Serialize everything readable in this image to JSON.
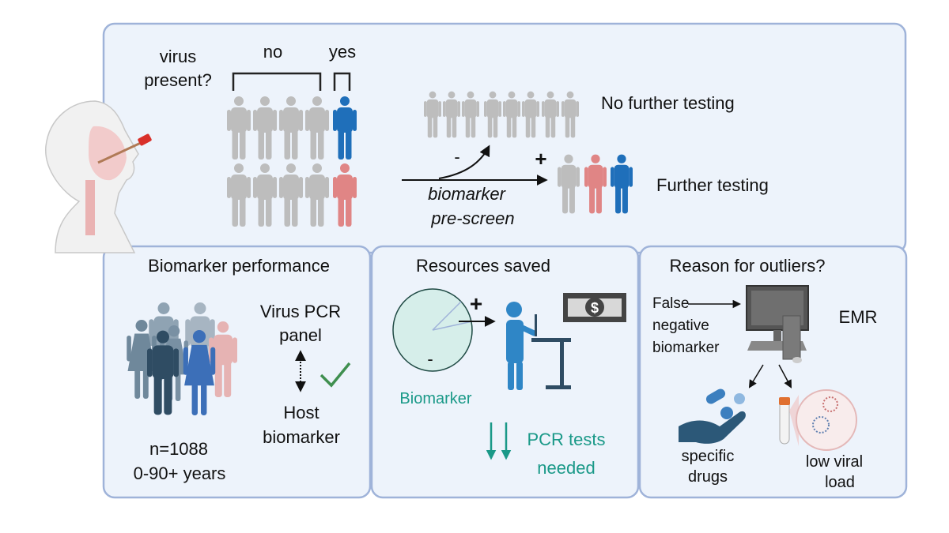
{
  "top_panel": {
    "question_line1": "virus",
    "question_line2": "present?",
    "label_no": "no",
    "label_yes": "yes",
    "minus": "-",
    "plus": "+",
    "method_line1": "biomarker",
    "method_line2": "pre-screen",
    "outcome_negative": "No further testing",
    "outcome_positive": "Further testing"
  },
  "performance_panel": {
    "title": "Biomarker performance",
    "ref_line1": "Virus PCR",
    "ref_line2": "panel",
    "test_line1": "Host",
    "test_line2": "biomarker",
    "n_label": "n=1088",
    "age_label": "0-90+ years"
  },
  "resources_panel": {
    "title": "Resources saved",
    "plus": "+",
    "minus": "-",
    "pie_label": "Biomarker",
    "result_line1": "PCR tests",
    "result_line2": "needed",
    "money_symbol": "$"
  },
  "outliers_panel": {
    "title": "Reason for outliers?",
    "cause_line1": "False",
    "cause_line2": "negative",
    "cause_line3": "biomarker",
    "system_label": "EMR",
    "reason1_line1": "specific",
    "reason1_line2": "drugs",
    "reason2_line1": "low viral",
    "reason2_line2": "load"
  },
  "colors": {
    "panel_bg": "#edf3fb",
    "panel_border": "#9fb3d9",
    "person_gray": "#bdbdbd",
    "positive_blue": "#1f6fba",
    "positive_red": "#e08585",
    "teal": "#1a9988",
    "check_green": "#3f8f4f"
  }
}
